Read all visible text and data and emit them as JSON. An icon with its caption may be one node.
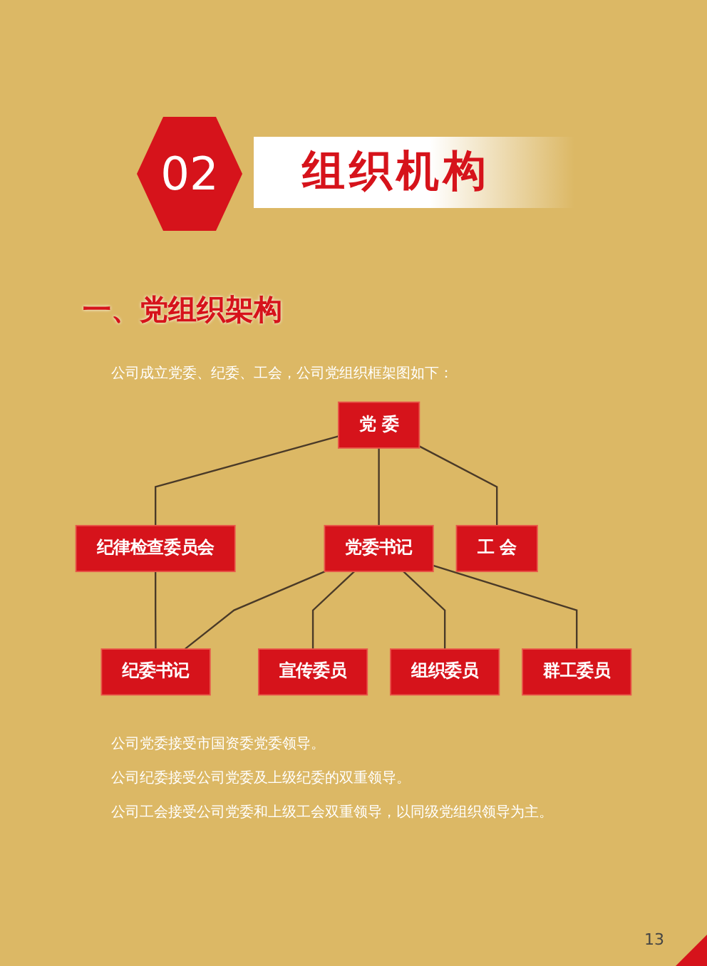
{
  "diagram": {
    "title": "一、党组织架构",
    "nodes": [
      {
        "text": [
          "党 委"
        ]
      },
      {
        "text": [
          "纪律检查委员会"
        ]
      },
      {
        "text": [
          "党委书记"
        ]
      },
      {
        "text": [
          "工 会"
        ]
      },
      {
        "text": [
          "纪委书记"
        ]
      },
      {
        "text": [
          "宣传委员"
        ]
      },
      {
        "text": [
          "组织委员"
        ]
      },
      {
        "text": [
          "群工委员"
        ]
      }
    ],
    "edges": [
      {
        "from": 0,
        "to": 1,
        "arrow": "none"
      },
      {
        "from": 0,
        "to": 2,
        "arrow": "none"
      },
      {
        "from": 0,
        "to": 3,
        "arrow": "none"
      },
      {
        "from": 1,
        "to": 4,
        "arrow": "none"
      },
      {
        "from": 2,
        "to": 4,
        "arrow": "none"
      },
      {
        "from": 2,
        "to": 5,
        "arrow": "none"
      },
      {
        "from": 2,
        "to": 6,
        "arrow": "none"
      },
      {
        "from": 2,
        "to": 7,
        "arrow": "none"
      }
    ],
    "labels": [
      "02",
      "组织机构",
      "公司成立党委、纪委、工会，公司党组织框架图如下：",
      "公司党委接受市国资委党委领导。",
      "公司纪委接受公司党委及上级纪委的双重领导。",
      "公司工会接受公司党委和上级工会双重领导，以同级党组织领导为主。",
      "13"
    ]
  }
}
